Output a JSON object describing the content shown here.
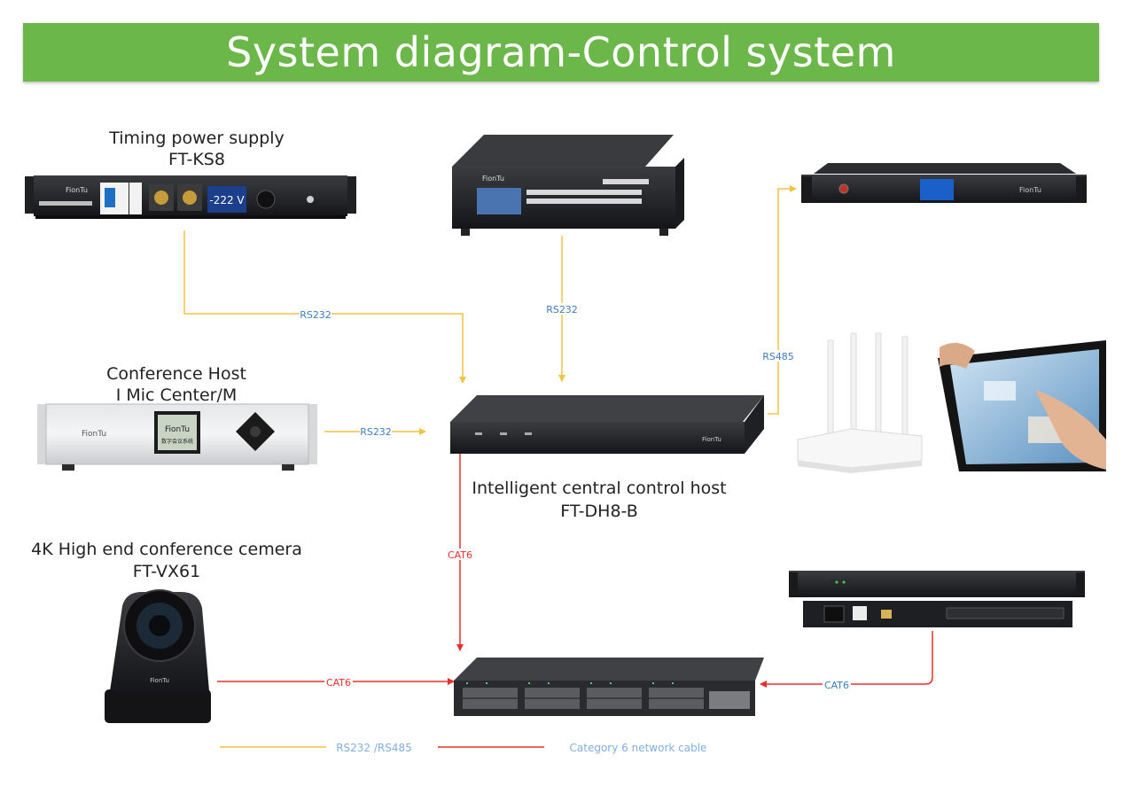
{
  "title": "System diagram-Control system",
  "devices": {
    "timing_power": {
      "name": "Timing power supply",
      "model": "FT-KS8",
      "display_value": "-222 V",
      "brand": "FionTu"
    },
    "matrix": {
      "brand": "FionTu"
    },
    "rs485_device": {
      "brand": "FionTu"
    },
    "conference_host": {
      "name": "Conference Host",
      "model": "I Mic Center/M",
      "brand": "FionTu",
      "screen_text_1": "FionTu",
      "screen_text_2": "数字会议系统"
    },
    "central_host": {
      "name": "Intelligent central control host",
      "model": "FT-DH8-B",
      "brand": "FionTu"
    },
    "camera": {
      "name": "4K High end conference cemera",
      "model": "FT-VX61",
      "brand": "FionTu"
    },
    "switch": {},
    "router": {},
    "tablet": {},
    "relay_box": {}
  },
  "connections": [
    {
      "label": "RS232",
      "kind": "RS232"
    },
    {
      "label": "RS232",
      "kind": "RS232"
    },
    {
      "label": "RS232",
      "kind": "RS232"
    },
    {
      "label": "RS485",
      "kind": "RS485"
    },
    {
      "label": "CAT6",
      "kind": "CAT6"
    },
    {
      "label": "CAT6",
      "kind": "CAT6"
    },
    {
      "label": "CAT6",
      "kind": "CAT6"
    }
  ],
  "legend": [
    {
      "label": "RS232 /RS485",
      "color": "#f5c242"
    },
    {
      "label": "Category 6 network cable",
      "color": "#e8302a"
    }
  ],
  "colors": {
    "banner": "#6bb74a",
    "rs_line": "#f5c242",
    "cat_line": "#e8302a",
    "wire_text": "#3d7fc1",
    "legend_text": "#7fb0e0"
  }
}
